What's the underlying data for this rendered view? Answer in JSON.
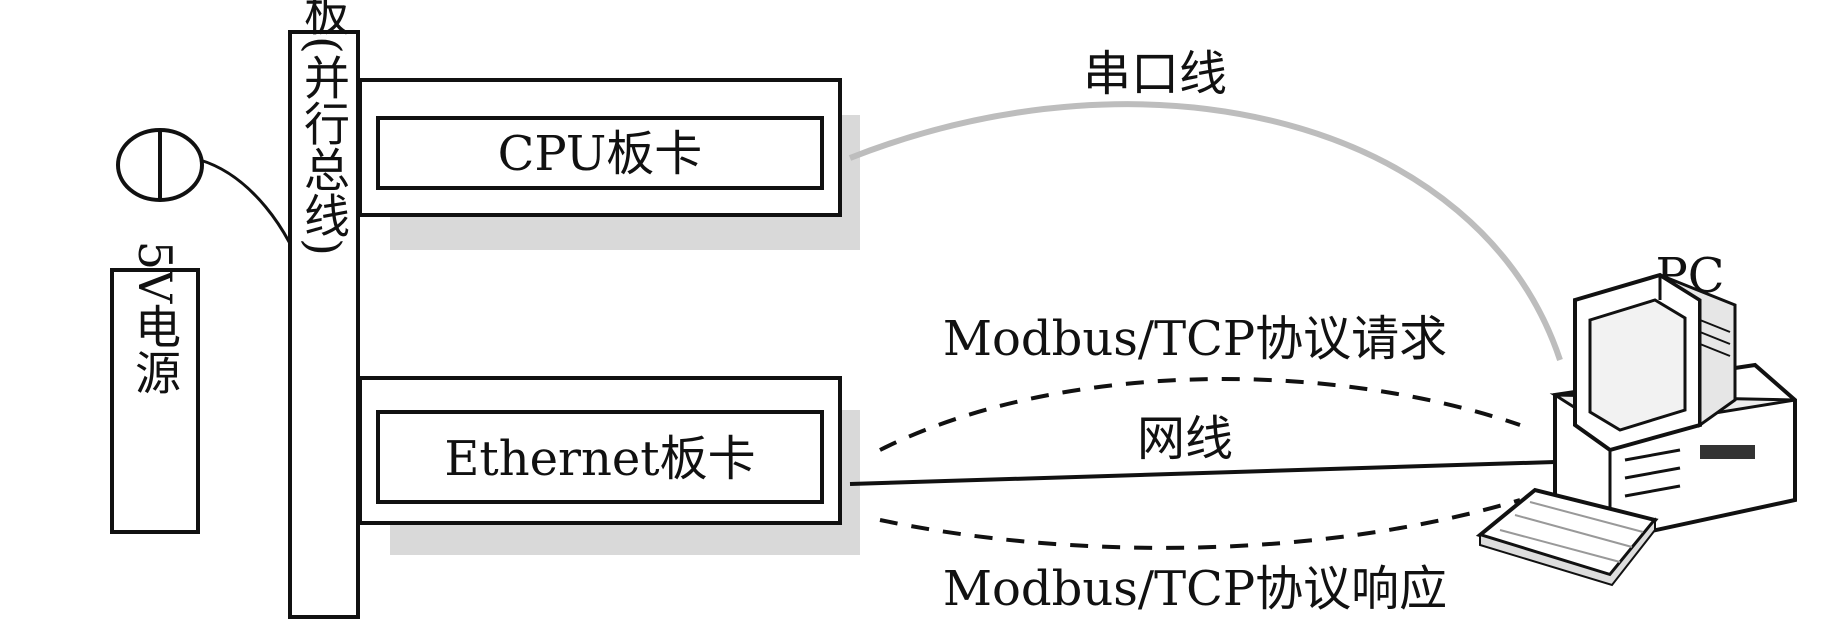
{
  "power": {
    "label": "5V电源"
  },
  "backplane": {
    "label": "背板(并行总线)"
  },
  "cpu_card": {
    "label": "CPU板卡"
  },
  "ethernet_card": {
    "label": "Ethernet板卡"
  },
  "serial_cable": {
    "label": "串口线"
  },
  "network_cable": {
    "label": "网线"
  },
  "request": {
    "label": "Modbus/TCP协议请求"
  },
  "response": {
    "label": "Modbus/TCP协议响应"
  },
  "pc": {
    "label": "PC"
  },
  "colors": {
    "stroke": "#111111",
    "shadow": "#d9d9d9",
    "serial_line": "#bdbdbd",
    "monitor_fill": "#f2f2f2"
  }
}
